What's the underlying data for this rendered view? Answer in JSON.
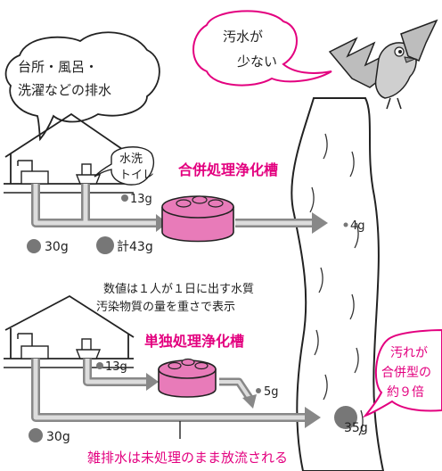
{
  "colors": {
    "accent_pink": "#e3007f",
    "tank_fill": "#e87bb9",
    "arrow_gray": "#888888",
    "dot_gray": "#777777"
  },
  "speech": {
    "bird": [
      "汚水が",
      "少ない"
    ],
    "house": [
      "台所・風呂・",
      "洗濯などの排水"
    ],
    "right": [
      "汚れが",
      "合併型の",
      "約９倍"
    ]
  },
  "combined": {
    "title": "合併処理浄化槽",
    "toilet": [
      "水洗",
      "トイレ"
    ],
    "toilet_amount": "13g",
    "grey_amount": "30g",
    "total": "計43g",
    "outflow": "4g"
  },
  "note": [
    "数値は１人が１日に出す水質",
    "汚染物質の量を重さで表示"
  ],
  "single": {
    "title": "単独処理浄化槽",
    "toilet_amount": "13g",
    "outflow": "5g",
    "grey_amount": "30g",
    "river_amount": "35g",
    "caption": "雑排水は未処理のまま放流される"
  },
  "icons": [
    "bird-icon",
    "house-icon",
    "toilet-icon",
    "faucet-icon",
    "septic-tank-icon",
    "river-icon",
    "pollutant-dot-icon"
  ]
}
